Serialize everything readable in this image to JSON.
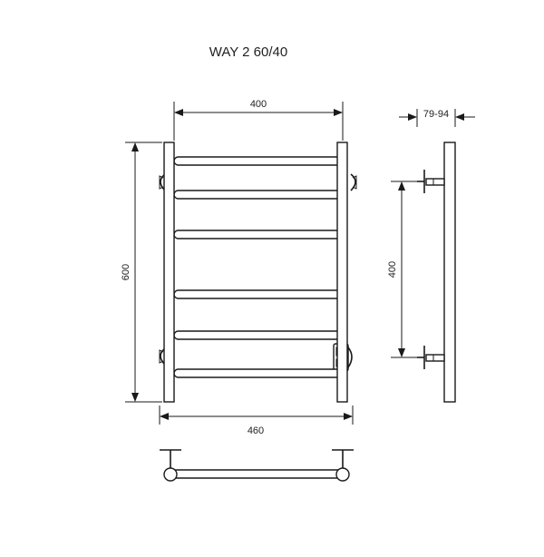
{
  "title": "WAY 2 60/40",
  "dimensions": {
    "top_width": "400",
    "bottom_width": "460",
    "height": "600",
    "mount_spacing": "400",
    "wall_offset": "79-94"
  }
}
